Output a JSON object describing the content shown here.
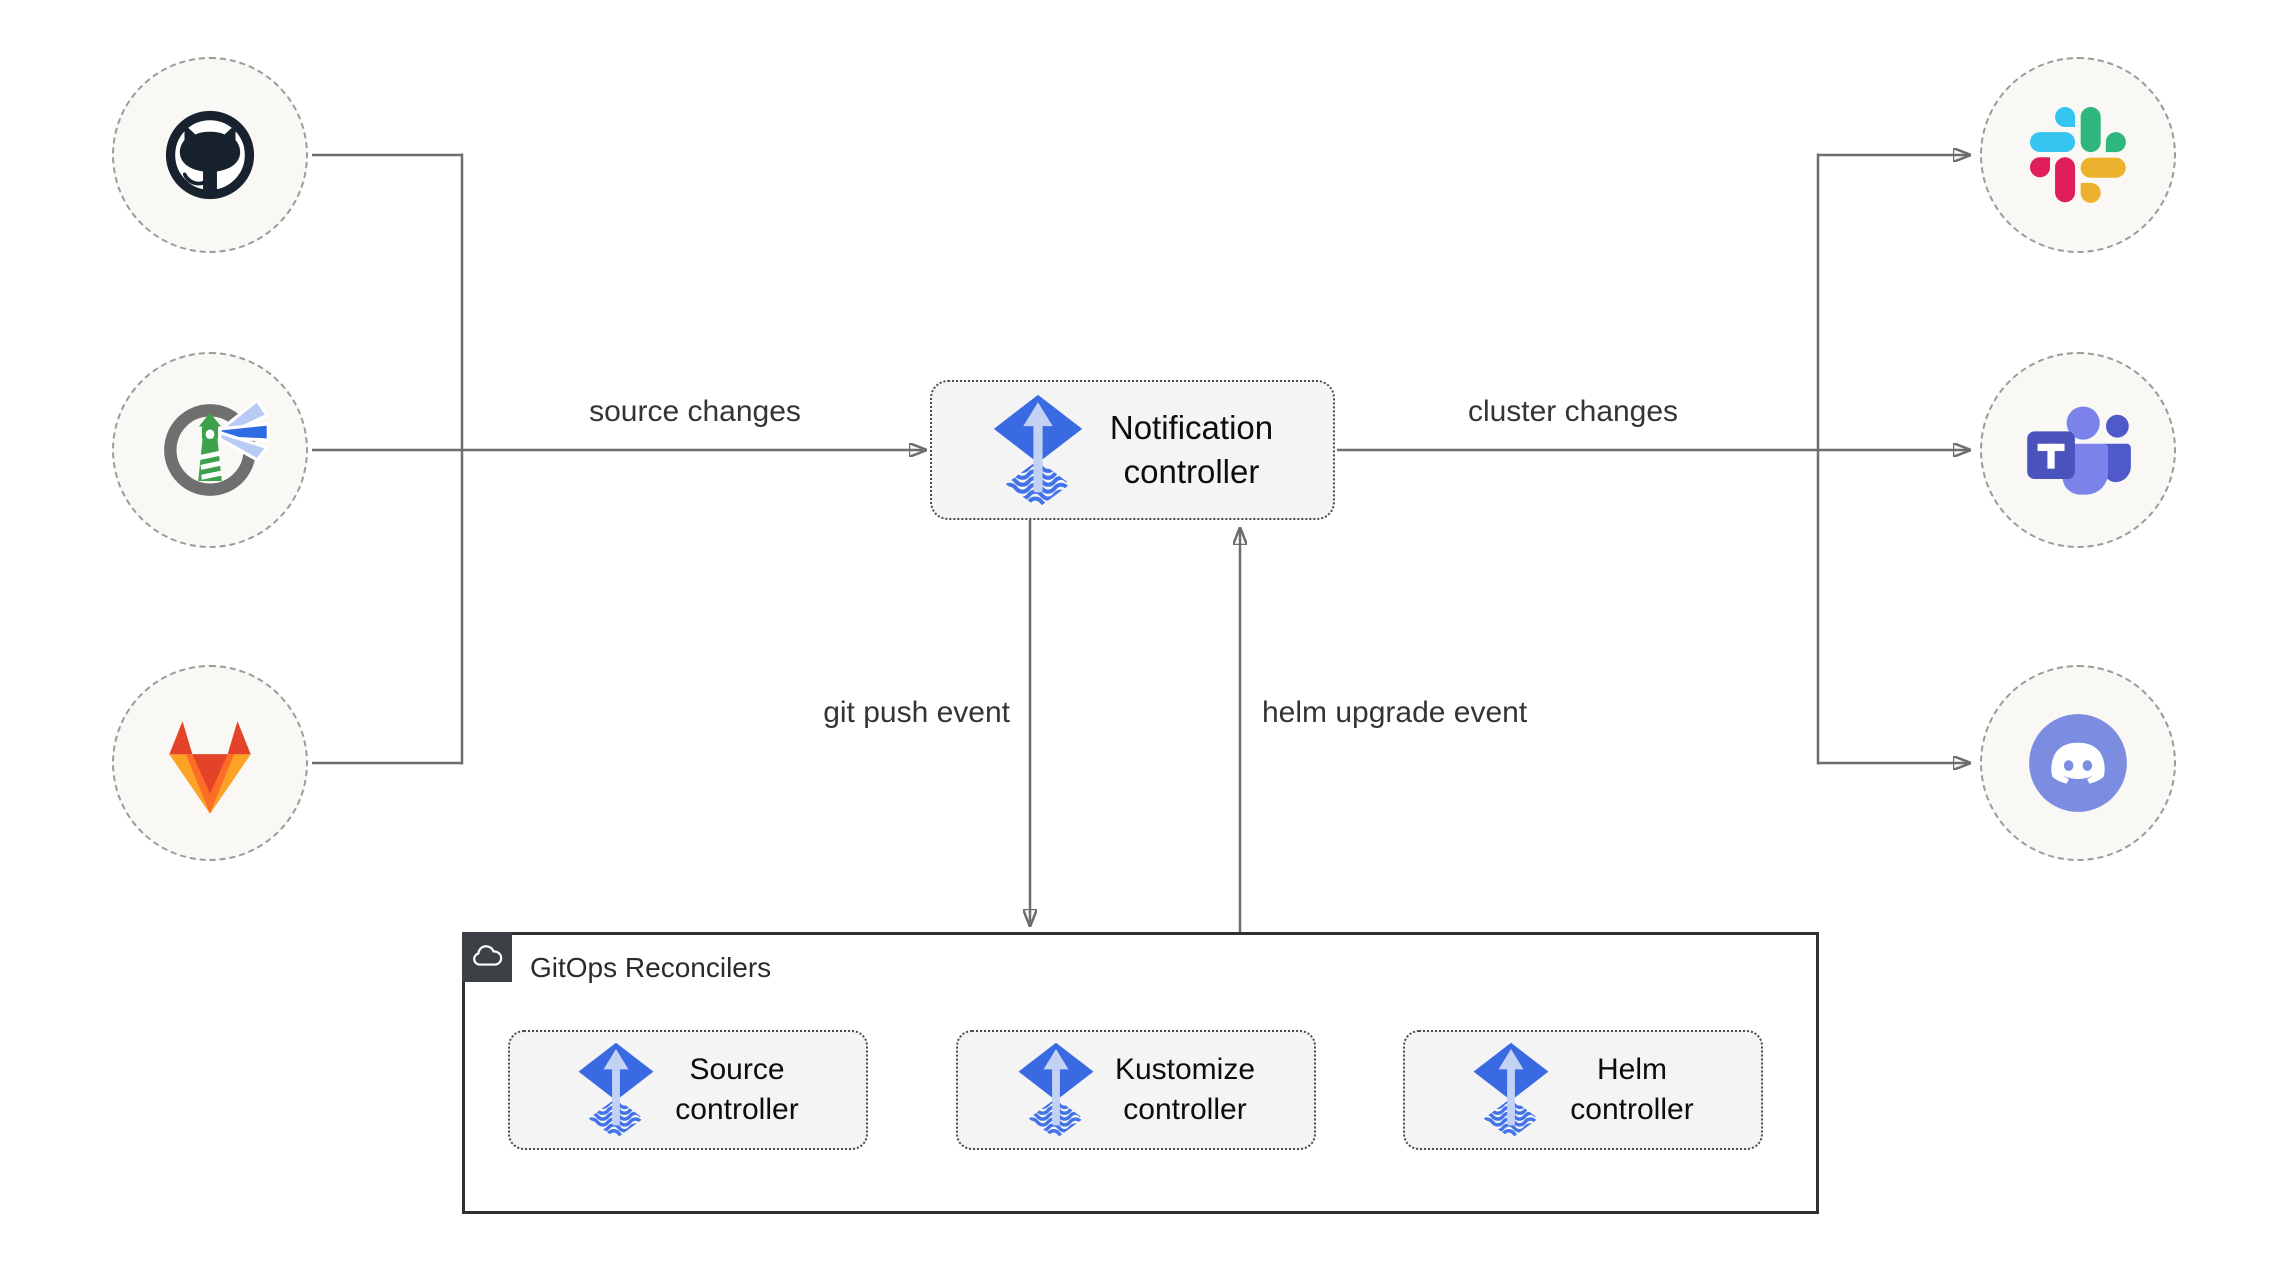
{
  "diagram": {
    "sources": [
      {
        "icon": "github-icon"
      },
      {
        "icon": "harbor-icon"
      },
      {
        "icon": "gitlab-icon"
      }
    ],
    "targets": [
      {
        "icon": "slack-icon"
      },
      {
        "icon": "teams-icon"
      },
      {
        "icon": "discord-icon"
      }
    ],
    "notification": {
      "icon": "flux-icon",
      "label": "Notification\ncontroller"
    },
    "edge_labels": {
      "source_changes": "source changes",
      "cluster_changes": "cluster changes",
      "git_push_event": "git push event",
      "helm_upgrade_event": "helm upgrade event"
    },
    "gitops_group": {
      "title": "GitOps Reconcilers",
      "badge_icon": "cloud-icon",
      "controllers": [
        {
          "icon": "flux-icon",
          "label": "Source\ncontroller"
        },
        {
          "icon": "flux-icon",
          "label": "Kustomize\ncontroller"
        },
        {
          "icon": "flux-icon",
          "label": "Helm\ncontroller"
        }
      ]
    },
    "colors": {
      "flux_blue": "#3a6ae2",
      "flux_waves": "#4273e8",
      "flux_arrow_light": "#c3d2f4",
      "wire": "#6e6e6e",
      "node_bg": "#f4f4f4",
      "endpoint_bg": "#f9f8f5",
      "badge_bg": "#3d4045",
      "slack": [
        "#36C5F0",
        "#2EB67D",
        "#ECB22E",
        "#E01E5A"
      ],
      "teams": [
        "#4b53bc",
        "#7b83eb",
        "#5059c9"
      ],
      "gitlab": [
        "#e24329",
        "#fc6d26",
        "#fca326"
      ],
      "discord": "#7b8ce1",
      "github": "#17222e",
      "harbor_ring": "#6f6f6f",
      "harbor_green": "#3da14c"
    }
  }
}
